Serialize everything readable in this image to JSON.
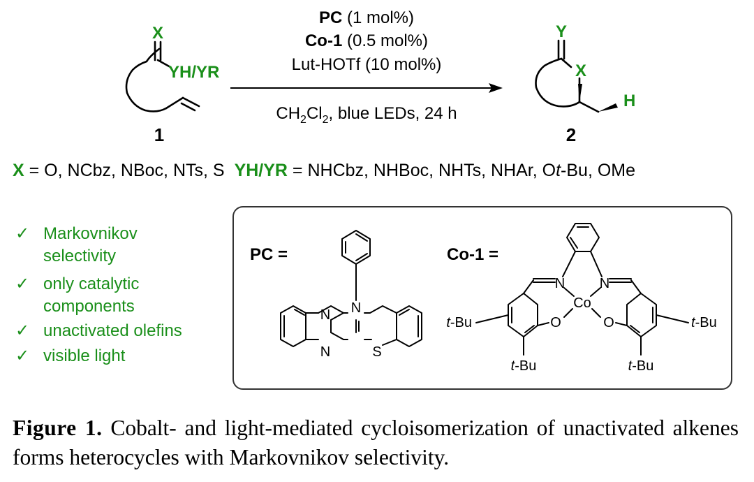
{
  "colors": {
    "green": "#1a8f1a",
    "ink": "#000000",
    "box_border": "#333333"
  },
  "reaction": {
    "reactant": {
      "x_atom": "X",
      "yh_label": "YH/YR",
      "number": "1"
    },
    "product": {
      "y_atom": "Y",
      "x_atom": "X",
      "h_label": "H",
      "number": "2"
    },
    "conditions": {
      "line1_bold": "PC",
      "line1_rest": " (1 mol%)",
      "line2_bold": "Co-1",
      "line2_rest": " (0.5 mol%)",
      "line3": "Lut-HOTf (10 mol%)",
      "line4_a": "CH",
      "line4_sub1": "2",
      "line4_b": "Cl",
      "line4_sub2": "2",
      "line4_c": ", blue LEDs, 24 h"
    }
  },
  "scope": {
    "x_label": "X",
    "x_values": " = O, NCbz, NBoc, NTs, S",
    "yh_label": "YH/YR",
    "yh_values": " = NHCbz, NHBoc, NHTs, NHAr, O",
    "yh_italic": "t",
    "yh_tail": "-Bu, OMe"
  },
  "features": {
    "check": "✓",
    "items": [
      {
        "line1": "Markovnikov",
        "line2": "selectivity"
      },
      {
        "line1": "only catalytic",
        "line2": "components"
      },
      {
        "line1": "unactivated olefins",
        "line2": ""
      },
      {
        "line1": "visible light",
        "line2": ""
      }
    ]
  },
  "catalysts": {
    "pc_label": "PC =",
    "pc_atoms": {
      "n_top": "N",
      "n_ring": "N",
      "n_bottom": "N",
      "s": "S"
    },
    "co_label": "Co-1 =",
    "co_atoms": {
      "n_left": "N",
      "n_right": "N",
      "co": "Co",
      "o_left": "O",
      "o_right": "O"
    },
    "tbu_t": "t",
    "tbu_rest": "-Bu"
  },
  "caption": {
    "label": "Figure 1.",
    "text": "Cobalt- and light-mediated cycloisomerization of unactivated alkenes forms heterocycles with Markovnikov selectivity."
  }
}
